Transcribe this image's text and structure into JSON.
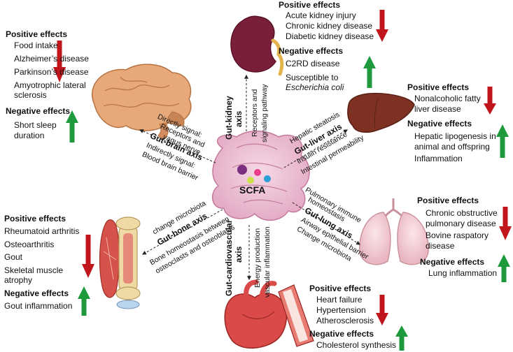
{
  "center": {
    "label": "SCFA"
  },
  "colors": {
    "up_arrow": "#1e9a3c",
    "down_arrow": "#c0151b"
  },
  "brain": {
    "pos_title": "Positive effects",
    "pos_items": [
      "Food intake",
      "Alzheimer’s disease",
      "Parkinson’s disease",
      "Amyotrophic lateral",
      "sclerosis"
    ],
    "neg_title": "Negative effects",
    "neg_items": [
      "Short sleep",
      "duration"
    ],
    "axis": "Gut-brain axis",
    "labels": [
      "Directly signal:",
      "Receptors and",
      "vagus nerve",
      "Indirectly signal:",
      "Blood brain barrier"
    ]
  },
  "kidney": {
    "pos_title": "Positive effects",
    "pos_items": [
      "Acute kidney injury",
      "Chronic kidney disease",
      "Diabetic kidney disease"
    ],
    "neg_title": "Negative effects",
    "neg_items": [
      "C2RD disease",
      "Susceptible to",
      "Escherichia coli"
    ],
    "axis_line1": "Gut-kidney",
    "axis_line2": "axis",
    "labels": [
      "Receptors and",
      "signaling pathway"
    ]
  },
  "liver": {
    "pos_title": "Positive effects",
    "pos_items": [
      "Nonalcoholic fatty",
      "liver disease"
    ],
    "neg_title": "Negative effects",
    "neg_items": [
      "Hepatic lipogenesis in",
      "animal and offspring",
      "Inflammation"
    ],
    "axis": "Gut-liver axis",
    "labels": [
      "Hepatic steatosis",
      "Insulin resistance",
      "Intestinal permeability"
    ]
  },
  "bone": {
    "pos_title": "Positive effects",
    "pos_items": [
      "Rheumatoid arthritis",
      "Osteoarthritis",
      "Gout",
      "Skeletal muscle",
      "atrophy"
    ],
    "neg_title": "Negative effects",
    "neg_items": [
      "Gout inflammation"
    ],
    "axis": "Gut-bone axis",
    "labels": [
      "change microbiota",
      "Bone homeostasis between",
      "osteoclasts and osteoblasts"
    ]
  },
  "lung": {
    "pos_title": "Positive effects",
    "pos_items": [
      "Chronic obstructive",
      "pulmonary disease",
      "Bovine raspatory",
      "disease"
    ],
    "neg_title": "Negative effects",
    "neg_items": [
      "Lung inflammation"
    ],
    "axis": "Gut-lung axis",
    "labels": [
      "Pulmonary immune",
      "homeostasis",
      "Airway epithelial barrier",
      "Change microbiota"
    ]
  },
  "cardio": {
    "pos_title": "Positive effects",
    "pos_items": [
      "Heart failure",
      "Hypertension",
      "Atherosclerosis"
    ],
    "neg_title": "Negative effects",
    "neg_items": [
      "Cholesterol synthesis"
    ],
    "axis_line1": "Gut-cardiovascular",
    "axis_line2": "axis",
    "labels": [
      "Energy production",
      "vascular inflammation"
    ]
  }
}
